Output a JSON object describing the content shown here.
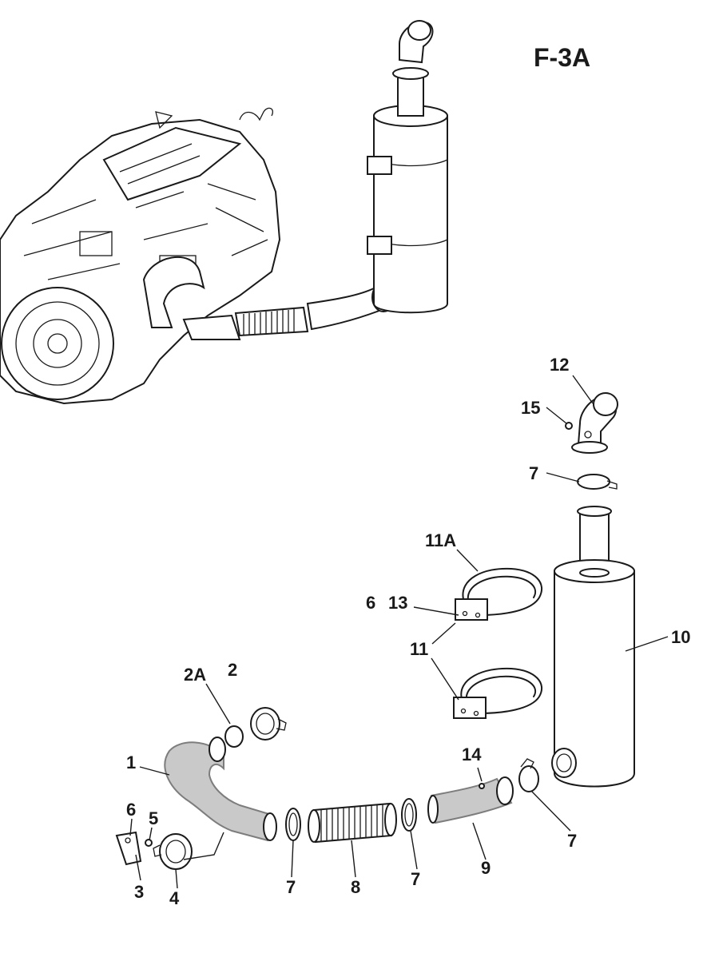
{
  "figure_id": "F-3A",
  "callouts": [
    {
      "id": "c12",
      "label": "12"
    },
    {
      "id": "c15",
      "label": "15"
    },
    {
      "id": "c7a",
      "label": "7"
    },
    {
      "id": "c11A",
      "label": "11A"
    },
    {
      "id": "c6a",
      "label": "6"
    },
    {
      "id": "c13",
      "label": "13"
    },
    {
      "id": "c11",
      "label": "11"
    },
    {
      "id": "c10",
      "label": "10"
    },
    {
      "id": "c2A",
      "label": "2A"
    },
    {
      "id": "c2",
      "label": "2"
    },
    {
      "id": "c1",
      "label": "1"
    },
    {
      "id": "c14",
      "label": "14"
    },
    {
      "id": "c6b",
      "label": "6"
    },
    {
      "id": "c5",
      "label": "5"
    },
    {
      "id": "c3",
      "label": "3"
    },
    {
      "id": "c4",
      "label": "4"
    },
    {
      "id": "c7b",
      "label": "7"
    },
    {
      "id": "c8",
      "label": "8"
    },
    {
      "id": "c7c",
      "label": "7"
    },
    {
      "id": "c9",
      "label": "9"
    },
    {
      "id": "c7d",
      "label": "7"
    }
  ]
}
